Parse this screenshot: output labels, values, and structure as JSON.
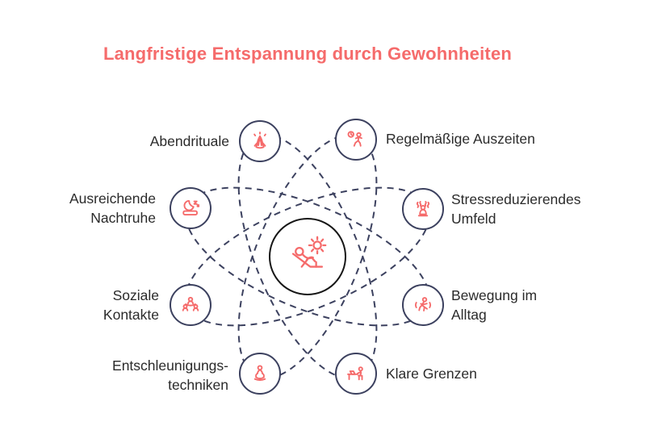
{
  "title": "Langfristige Entspannung durch Gewohnheiten",
  "colors": {
    "accent": "#f56b6b",
    "orbit_line": "#3c415f",
    "center_circle_border": "#161616",
    "label_text": "#2b2b2b",
    "background": "#ffffff"
  },
  "center": {
    "icon": "relax-lounger-sun-icon"
  },
  "nodes": [
    {
      "id": "abendrituale",
      "icon": "praying-hands-icon",
      "side": "left",
      "lines": [
        "Abendrituale"
      ]
    },
    {
      "id": "regelmaessige-auszeiten",
      "icon": "person-clock-icon",
      "side": "right",
      "lines": [
        "Regelmäßige Auszeiten"
      ]
    },
    {
      "id": "ausreichende-nachtruhe",
      "icon": "sleep-moon-icon",
      "side": "left",
      "lines": [
        "Ausreichende",
        "Nachtruhe"
      ]
    },
    {
      "id": "stressreduzierendes-umfeld",
      "icon": "meditation-steam-icon",
      "side": "right",
      "lines": [
        "Stressreduzierendes",
        "Umfeld"
      ]
    },
    {
      "id": "soziale-kontakte",
      "icon": "people-group-icon",
      "side": "left",
      "lines": [
        "Soziale",
        "Kontakte"
      ]
    },
    {
      "id": "bewegung-im-alltag",
      "icon": "runner-icon",
      "side": "right",
      "lines": [
        "Bewegung im",
        "Alltag"
      ]
    },
    {
      "id": "entschleunigungstechniken",
      "icon": "lotus-person-icon",
      "side": "left",
      "lines": [
        "Entschleunigungs-",
        "techniken"
      ]
    },
    {
      "id": "klare-grenzen",
      "icon": "desk-person-icon",
      "side": "right",
      "lines": [
        "Klare Grenzen"
      ]
    }
  ]
}
